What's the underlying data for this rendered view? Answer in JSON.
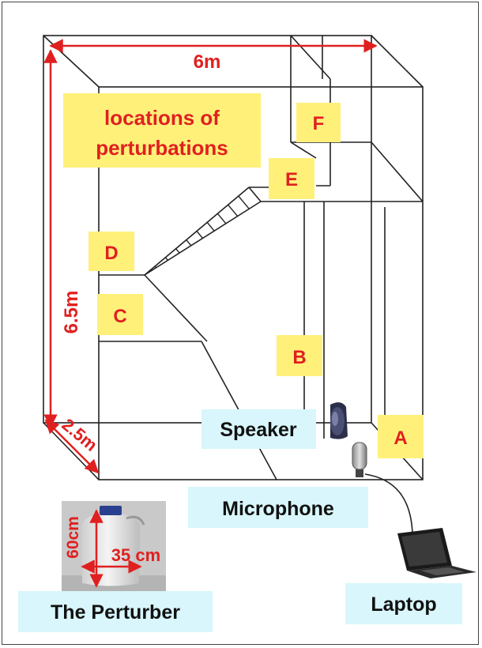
{
  "dimensions": {
    "width": "6m",
    "height": "6.5m",
    "depth": "2.5m"
  },
  "title_box": {
    "line1": "locations of",
    "line2": "perturbations"
  },
  "locations": [
    "A",
    "B",
    "C",
    "D",
    "E",
    "F"
  ],
  "equipment": {
    "speaker": "Speaker",
    "microphone": "Microphone",
    "laptop": "Laptop"
  },
  "perturber": {
    "height": "60cm",
    "width": "35 cm",
    "caption": "The Perturber"
  },
  "colors": {
    "label_red": "#e02020",
    "box_yellow": "#fff07a",
    "box_cyan": "#d8f6fb",
    "line": "#222222"
  }
}
